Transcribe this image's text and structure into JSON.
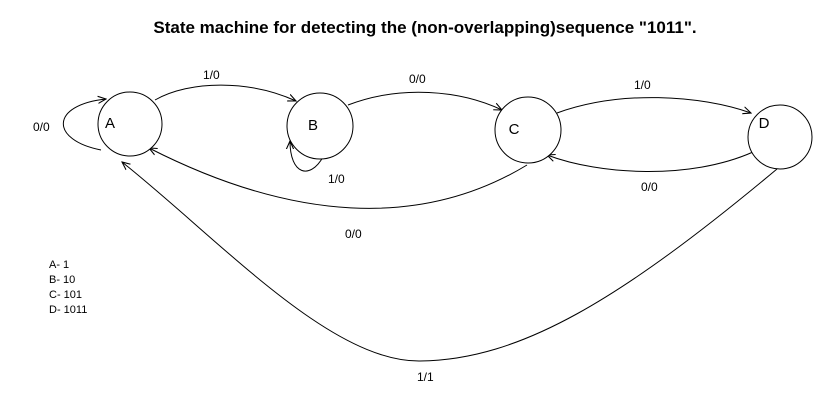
{
  "title": "State machine for detecting the (non-overlapping)sequence \"1011\".",
  "states": [
    {
      "id": "A",
      "label": "A"
    },
    {
      "id": "B",
      "label": "B"
    },
    {
      "id": "C",
      "label": "C"
    },
    {
      "id": "D",
      "label": "D"
    }
  ],
  "transitions": [
    {
      "id": "a-self",
      "from": "A",
      "to": "A",
      "label": "0/0"
    },
    {
      "id": "a-b",
      "from": "A",
      "to": "B",
      "label": "1/0"
    },
    {
      "id": "b-self",
      "from": "B",
      "to": "B",
      "label": "1/0"
    },
    {
      "id": "b-c",
      "from": "B",
      "to": "C",
      "label": "0/0"
    },
    {
      "id": "c-d",
      "from": "C",
      "to": "D",
      "label": "1/0"
    },
    {
      "id": "d-c",
      "from": "D",
      "to": "C",
      "label": "0/0"
    },
    {
      "id": "c-a",
      "from": "C",
      "to": "A",
      "label": "0/0"
    },
    {
      "id": "d-a",
      "from": "D",
      "to": "A",
      "label": "1/1"
    }
  ],
  "legend": [
    "A- 1",
    "B- 10",
    "C- 101",
    "D- 1011"
  ]
}
